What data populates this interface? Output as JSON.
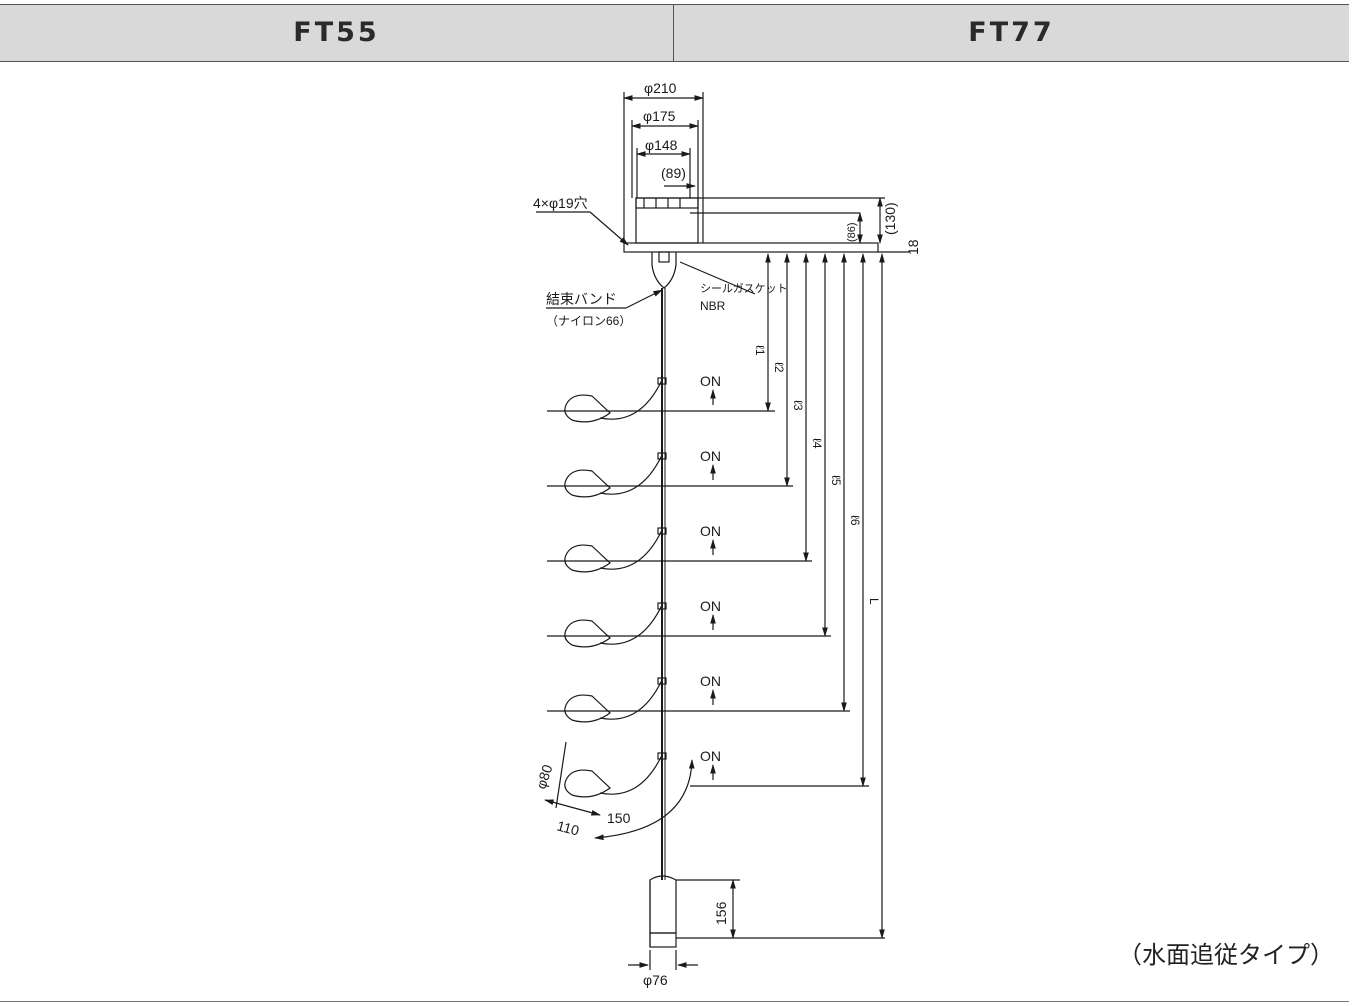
{
  "header": {
    "left_label": "FT55",
    "right_label": "FT77"
  },
  "caption": "（水面追従タイプ）",
  "dimensions": {
    "d210": "φ210",
    "d175": "φ175",
    "d148": "φ148",
    "d89": "(89)",
    "holes": "4×φ19穴",
    "h130": "(130)",
    "h86": "(86)",
    "h18": "18",
    "gasket_1": "シールガスケット",
    "gasket_2": "NBR",
    "band_1": "結束バンド",
    "band_2": "（ナイロン66）",
    "l1": "ℓ1",
    "l2": "ℓ2",
    "l3": "ℓ3",
    "l4": "ℓ4",
    "l5": "ℓ5",
    "l6": "ℓ6",
    "L": "L",
    "on": "ON",
    "d80": "φ80",
    "d110": "110",
    "r150": "150",
    "h156": "156",
    "d76": "φ76"
  }
}
